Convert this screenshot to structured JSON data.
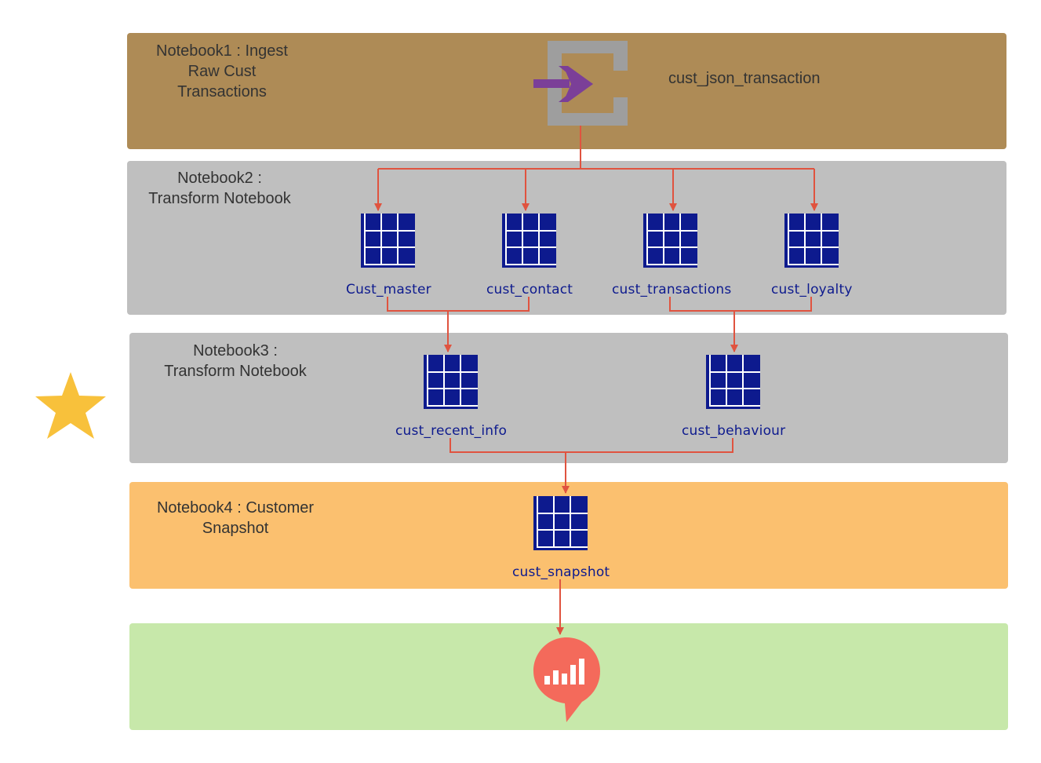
{
  "lanes": {
    "lane1": {
      "title": "Notebook1 : Ingest\nRaw Cust\nTransactions"
    },
    "lane2": {
      "title": "Notebook2  :\nTransform Notebook"
    },
    "lane3": {
      "title": "Notebook3  :\nTransform Notebook"
    },
    "lane4": {
      "title": "Notebook4  : Customer\nSnapshot"
    },
    "lane5": {
      "title": ""
    }
  },
  "source": {
    "label": "cust_json_transaction",
    "icon": "ingest-arrow-icon"
  },
  "tables": {
    "cust_master": "Cust_master",
    "cust_contact": "cust_contact",
    "cust_transactions": "cust_transactions",
    "cust_loyalty": "cust_loyalty",
    "cust_recent_info": "cust_recent_info",
    "cust_behaviour": "cust_behaviour",
    "cust_snapshot": "cust_snapshot"
  },
  "report": {
    "icon": "report-chart-icon"
  },
  "marker": {
    "icon": "star-icon"
  },
  "colors": {
    "lane1": "#ae8b56",
    "lane2": "#bfbfbf",
    "lane3": "#bfbfbf",
    "lane4": "#fbc06f",
    "lane5": "#c7e8aa",
    "table_icon": "#0d1a8e",
    "connector": "#e0533f",
    "ingest_arrow": "#7b3f98",
    "ingest_frame": "#9e9e9e",
    "report": "#f46a5b",
    "star": "#f8c13b"
  }
}
